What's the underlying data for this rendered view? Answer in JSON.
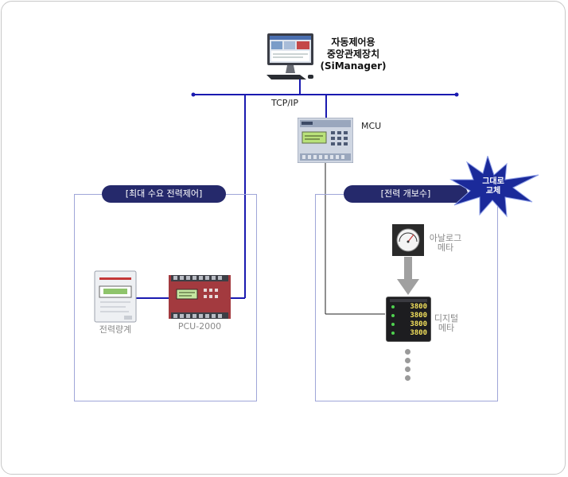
{
  "central": {
    "line1": "자동제어용",
    "line2": "중앙관제장치",
    "line3": "(SiManager)"
  },
  "network": {
    "protocol": "TCP/IP"
  },
  "mcu": {
    "label": "MCU"
  },
  "left_group": {
    "title": "[최대 수요 전력제어]",
    "meter_label": "전력량계",
    "pcu_label": "PCU-2000"
  },
  "right_group": {
    "title": "[전력 개보수]",
    "badge_line1": "그대로",
    "badge_line2": "교체",
    "analog_line1": "아날로그",
    "analog_line2": "메타",
    "digital_line1": "디지털",
    "digital_line2": "메타",
    "digital_readings": [
      "3800",
      "3800",
      "3800",
      "3800"
    ]
  },
  "colors": {
    "bus": "#1a1ab0",
    "pill": "#25296b",
    "box_border": "#9fa6d8",
    "arrow": "#a0a0a0",
    "burst": "#1b2a9a"
  }
}
